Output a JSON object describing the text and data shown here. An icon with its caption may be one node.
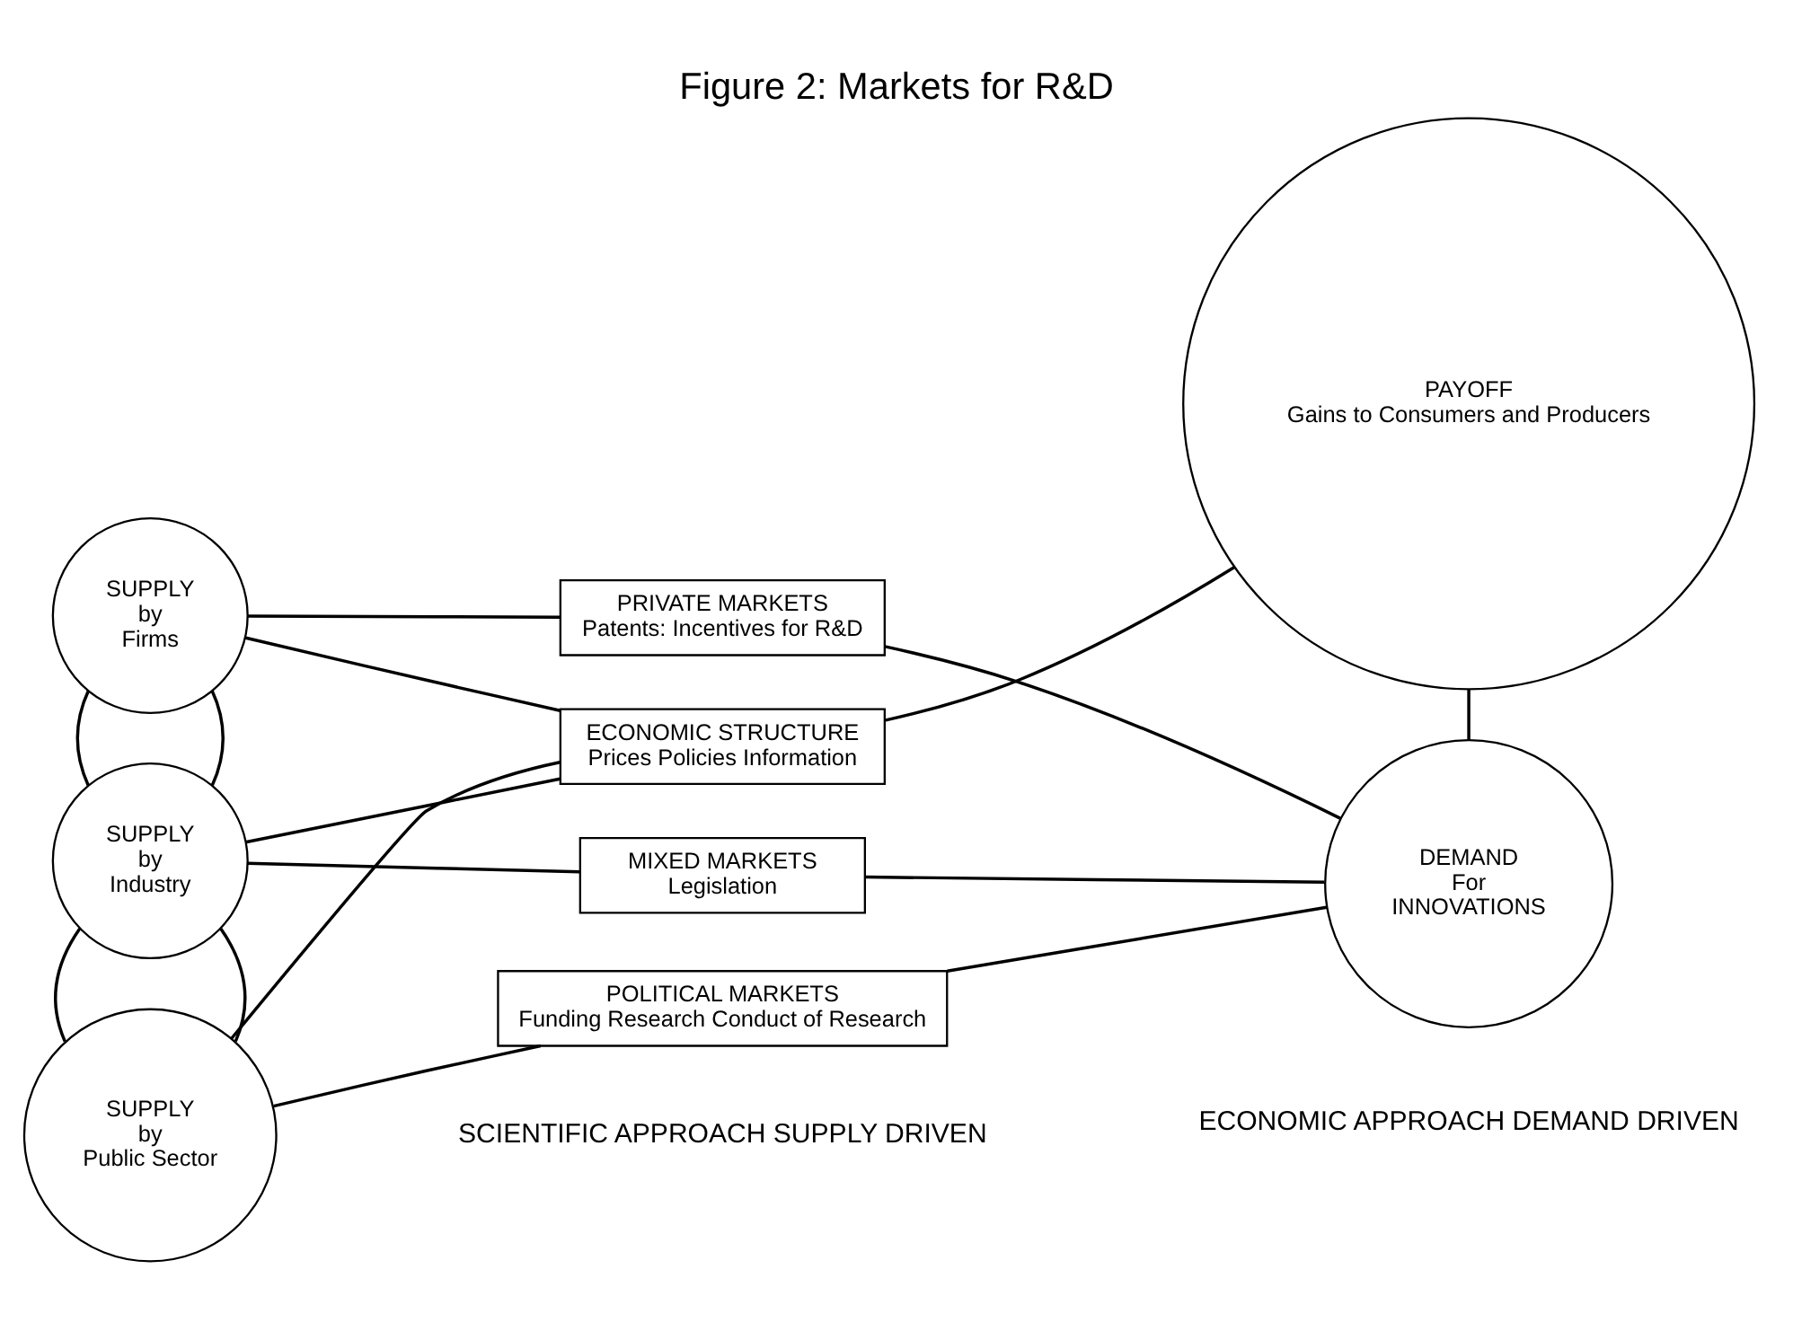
{
  "diagram": {
    "title": "Figure 2: Markets for R&D",
    "nodes": [
      {
        "text": [
          "ECONOMIC STRUCTURE",
          "Prices Policies Information"
        ]
      },
      {
        "text": [
          "PAYOFF",
          "Gains to Consumers and Producers"
        ]
      },
      {
        "text": [
          "SUPPLY",
          "by",
          "Firms"
        ]
      },
      {
        "text": [
          "PRIVATE MARKETS",
          "Patents: Incentives for R&D"
        ]
      },
      {
        "text": [
          "SUPPLY",
          "by",
          "Industry"
        ]
      },
      {
        "text": [
          "MIXED MARKETS",
          "Legislation"
        ]
      },
      {
        "text": [
          "DEMAND",
          "For",
          "INNOVATIONS"
        ]
      },
      {
        "text": [
          "SUPPLY",
          "by",
          "Public Sector"
        ]
      },
      {
        "text": [
          "POLITICAL MARKETS",
          "Funding Research Conduct of Research"
        ]
      }
    ],
    "edges": [
      {
        "from": 0,
        "to": 1,
        "arrow": "none"
      },
      {
        "from": 1,
        "to": 6,
        "arrow": "none"
      },
      {
        "from": 2,
        "to": 0,
        "arrow": "none"
      },
      {
        "from": 4,
        "to": 0,
        "arrow": "none"
      },
      {
        "from": 7,
        "to": 0,
        "arrow": "none"
      },
      {
        "from": 2,
        "to": 3,
        "arrow": "none"
      },
      {
        "from": 3,
        "to": 6,
        "arrow": "none"
      },
      {
        "from": 2,
        "to": 4,
        "arrow": "none"
      },
      {
        "from": 2,
        "to": 4,
        "arrow": "none"
      },
      {
        "from": 4,
        "to": 5,
        "arrow": "none"
      },
      {
        "from": 5,
        "to": 6,
        "arrow": "none"
      },
      {
        "from": 4,
        "to": 7,
        "arrow": "none"
      },
      {
        "from": 4,
        "to": 7,
        "arrow": "none"
      },
      {
        "from": 7,
        "to": 8,
        "arrow": "none"
      },
      {
        "from": 8,
        "to": 6,
        "arrow": "none"
      }
    ],
    "labels": [
      "SCIENTIFIC APPROACH SUPPLY DRIVEN",
      "ECONOMIC APPROACH DEMAND DRIVEN"
    ]
  }
}
